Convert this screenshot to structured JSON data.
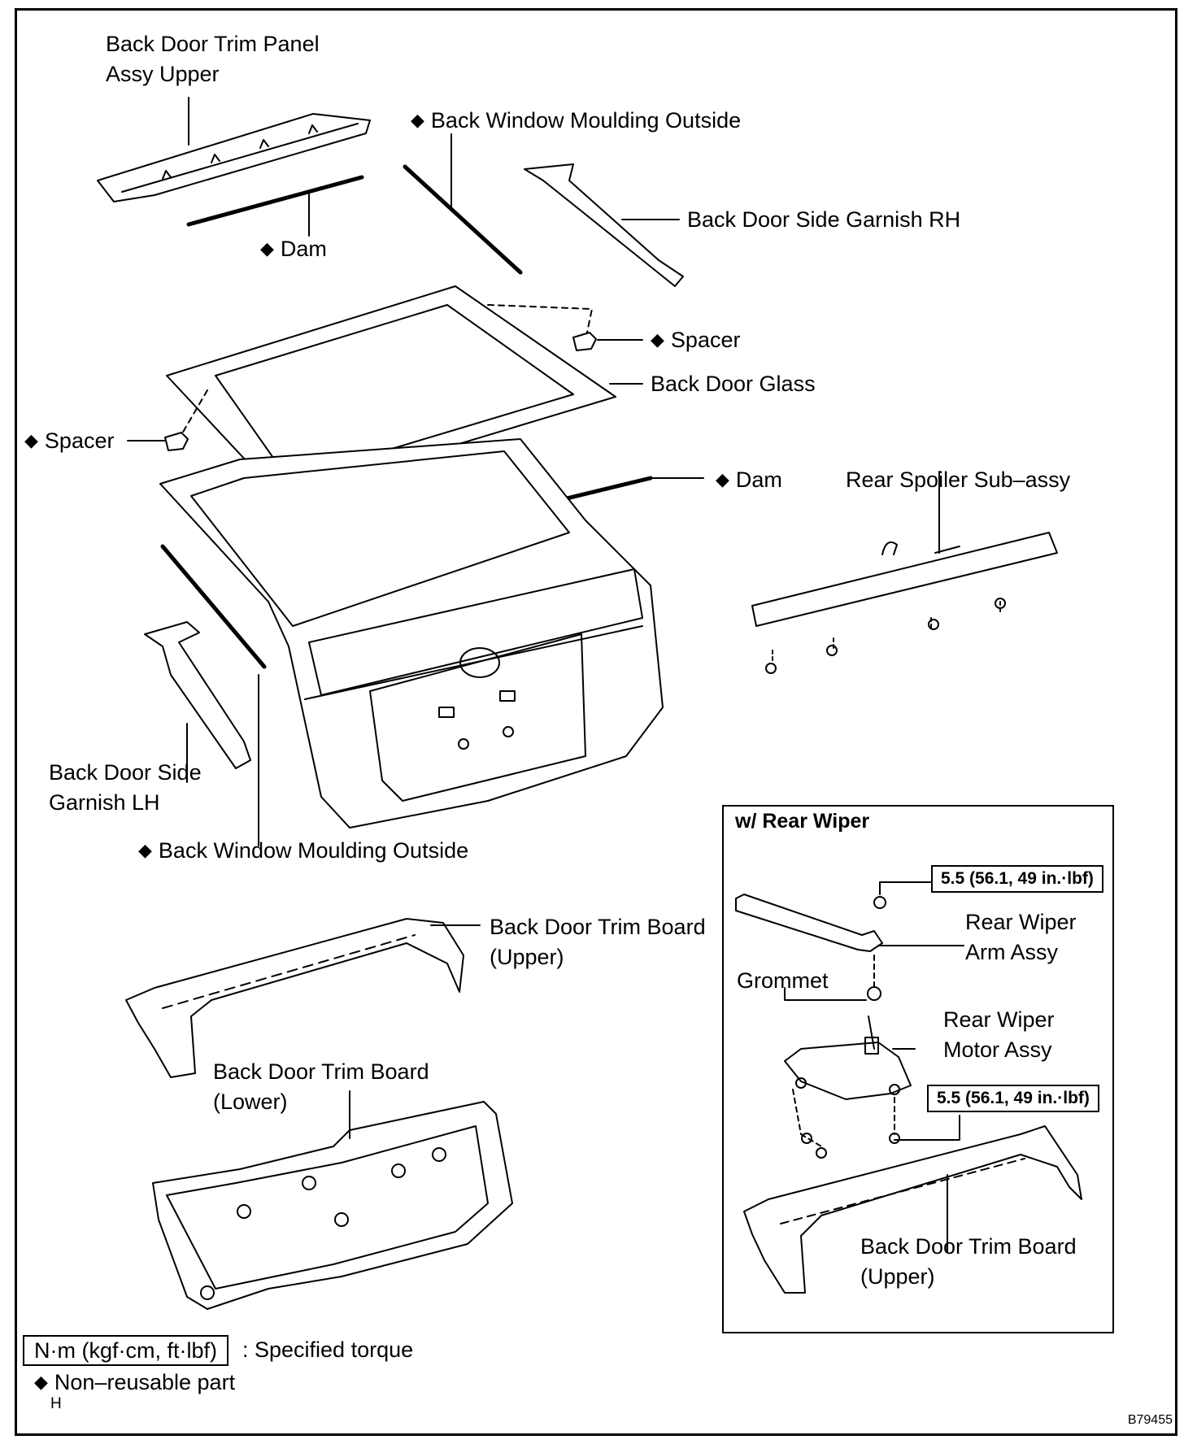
{
  "labels": {
    "trim_upper_panel": [
      "Back Door Trim Panel",
      "Assy Upper"
    ],
    "moulding_top": "Back Window Moulding Outside",
    "dam_top": "Dam",
    "side_garnish_rh": "Back Door Side Garnish RH",
    "spacer_right": "Spacer",
    "back_door_glass": "Back Door Glass",
    "spacer_left": "Spacer",
    "dam_mid": "Dam",
    "rear_spoiler": "Rear Spoiler Sub–assy",
    "side_garnish_lh": [
      "Back Door Side",
      "Garnish LH"
    ],
    "moulding_bottom": "Back Window Moulding Outside",
    "trim_board_upper": [
      "Back Door Trim Board",
      "(Upper)"
    ],
    "trim_board_lower": [
      "Back Door Trim Board",
      "(Lower)"
    ]
  },
  "inset": {
    "title": "w/ Rear Wiper",
    "torque_top": "5.5 (56.1, 49 in.·lbf)",
    "wiper_arm": [
      "Rear Wiper",
      "Arm Assy"
    ],
    "grommet": "Grommet",
    "wiper_motor": [
      "Rear Wiper",
      "Motor Assy"
    ],
    "torque_bottom": "5.5 (56.1, 49 in.·lbf)",
    "trim_board_upper": [
      "Back Door Trim Board",
      "(Upper)"
    ]
  },
  "legend": {
    "torque_unit": "N·m (kgf·cm, ft·lbf)",
    "torque_desc": ": Specified torque",
    "non_reusable": "Non–reusable part"
  },
  "page_mark": "H",
  "figure_code": "B79455"
}
